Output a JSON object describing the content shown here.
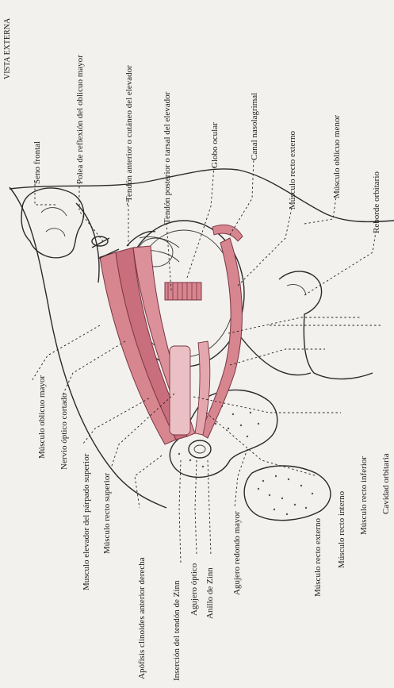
{
  "header_fragment": "VISTA EXTERNA",
  "colors": {
    "muscle": "#d7868f",
    "muscle_dark": "#b0576a",
    "bone": "#e8e4dc",
    "ink": "#222222",
    "background": "#f2f1ed"
  },
  "labels": {
    "seno_frontal": "Seno frontal",
    "polea": "Polea de reflexión del oblicuo mayor",
    "tendon_anterior": "Tendón anterior o cutáneo del elevador",
    "tendon_posterior": "Tendón posterior o tarsal del elevador",
    "globo_ocular": "Globo ocular",
    "canal_nasolagrimal": "Canal nasolagrimal",
    "recto_externo_top": "Músculo recto externo",
    "oblicuo_menor": "Músculo oblicuo menor",
    "reborde_orbitario": "Reborde orbitario",
    "oblicuo_mayor": "Músculo oblicuo mayor",
    "nervio_optico": "Nervio óptico cortado",
    "elevador_parpado": "Musculo elevador del párpado superior",
    "recto_superior": "Músculo recto superior",
    "apofisis": "Apófisis clinoides anterior derecha",
    "insercion_zinn": "Inserción del tendón de Zinn",
    "agujero_optico": "Agujero óptico",
    "anillo_zinn": "Anillo de Zinn",
    "agujero_redondo": "Agujero redondo mayor",
    "recto_externo_bottom": "Músculo recto externo",
    "recto_interno": "Músculo recto interno",
    "recto_inferior": "Músculo recto inferior",
    "cavidad_orbitaria": "Cavidad orbitaria"
  }
}
